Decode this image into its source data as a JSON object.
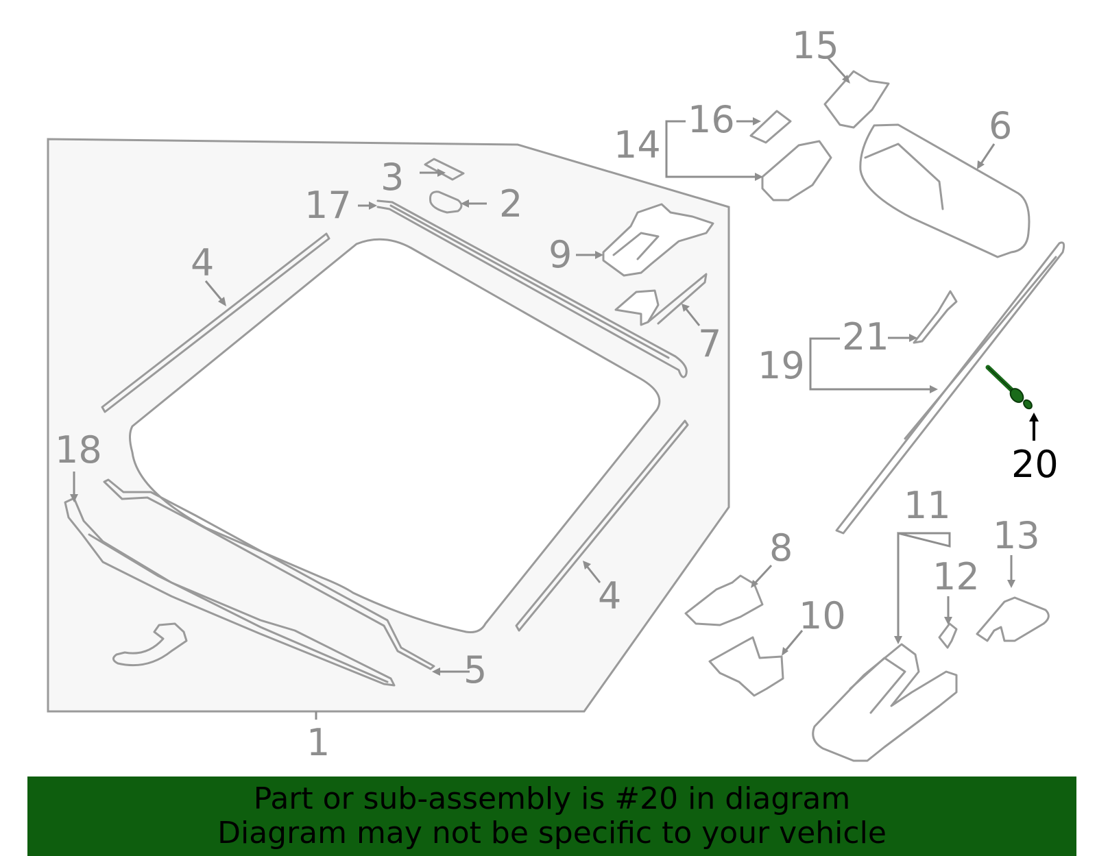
{
  "diagram": {
    "callouts": {
      "c1": "1",
      "c2": "2",
      "c3": "3",
      "c4a": "4",
      "c4b": "4",
      "c5": "5",
      "c6": "6",
      "c7": "7",
      "c8": "8",
      "c9": "9",
      "c10": "10",
      "c11": "11",
      "c12": "12",
      "c13": "13",
      "c14": "14",
      "c15": "15",
      "c16": "16",
      "c17": "17",
      "c18": "18",
      "c19": "19",
      "c20": "20",
      "c21": "21"
    },
    "highlighted_part": "20",
    "colors": {
      "line_gray": "#9a9a9a",
      "panel_fill": "#f7f7f7",
      "highlight_green": "#1a6b1a",
      "banner_green": "#0e5e0e"
    }
  },
  "banner": {
    "line1": "Part or sub-assembly is #20 in diagram",
    "line2": "Diagram may not be specific to your vehicle"
  }
}
